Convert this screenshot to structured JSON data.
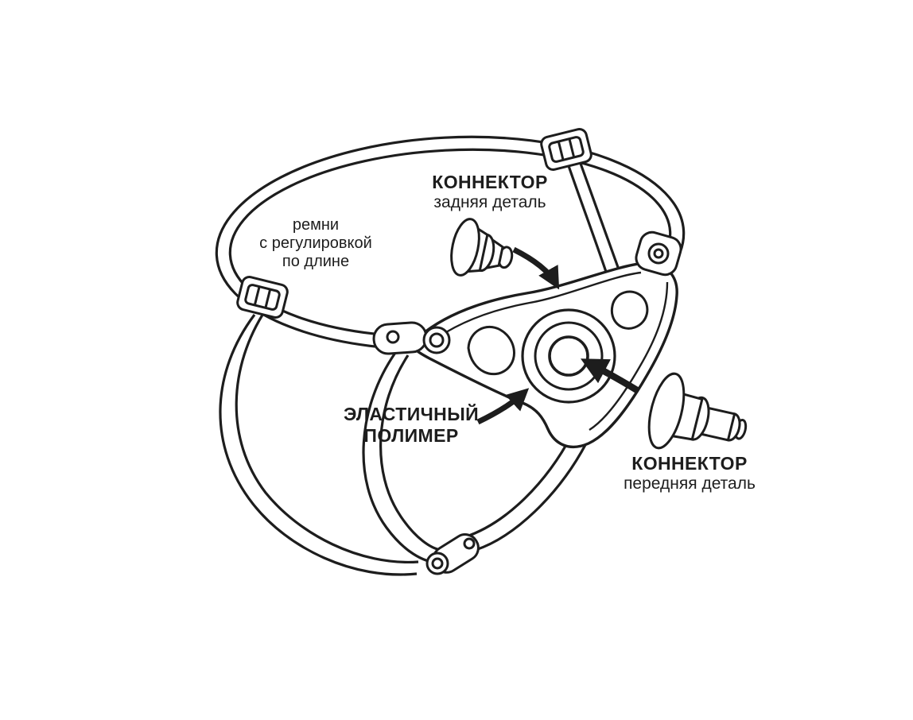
{
  "illustration": {
    "line_color": "#1d1d1d",
    "background": "#ffffff"
  },
  "labels": {
    "connector_rear": {
      "title": "КОННЕКТОР",
      "subtitle": "задняя деталь"
    },
    "straps": {
      "line1": "ремни",
      "line2": "с регулировкой",
      "line3": "по длине"
    },
    "elastic": {
      "line1": "ЭЛАСТИЧНЫЙ",
      "line2": "ПОЛИМЕР"
    },
    "connector_front": {
      "title": "КОННЕКТОР",
      "subtitle": "передняя деталь"
    }
  }
}
